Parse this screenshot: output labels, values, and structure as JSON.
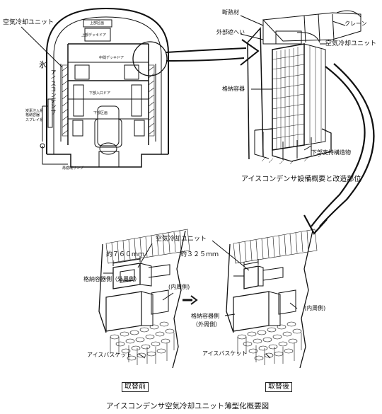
{
  "top_left": {
    "labels": {
      "air_cooling_unit": "空気冷却ユニット",
      "upper_room": "上部区画",
      "upper_deck_door": "上部デッキドア",
      "intermediate_deck_door": "中間デッキドア",
      "lower_inlet_door": "下部入口ドア",
      "lower_room": "下部区画",
      "ice": "氷",
      "ice_condenser_vertical": "アイスコンデンサ",
      "containment_spray": "炭素注入系\n格納容器\nスプレイ系",
      "recirc_sump": "再循環サンプ"
    }
  },
  "top_right": {
    "labels": {
      "insulation": "断熱材",
      "crane": "クレーン",
      "outer_shield": "外部遮へい",
      "air_cooling_unit": "空気冷却ユニット",
      "containment": "格納容器",
      "lower_support": "下部支持構造物"
    },
    "caption": "アイスコンデンサ設備概要と改造部位"
  },
  "bottom": {
    "air_cooling_unit": "空気冷却ユニット",
    "size_before": "約７６０ｍｍ",
    "size_after": "約３２５ｍｍ",
    "containment_side_before": "格納容器側（外周側）",
    "containment_side_after_1": "格納容器側",
    "containment_side_after_2": "（外周側）",
    "inner_side_before": "(内周側)",
    "inner_side_after": "(内周側)",
    "ice_basket_before": "アイスバスケット",
    "ice_basket_after": "アイスバスケット",
    "before_label": "取替前",
    "after_label": "取替後",
    "figure_caption": "アイスコンデンサ空気冷却ユニット薄型化概要図"
  }
}
